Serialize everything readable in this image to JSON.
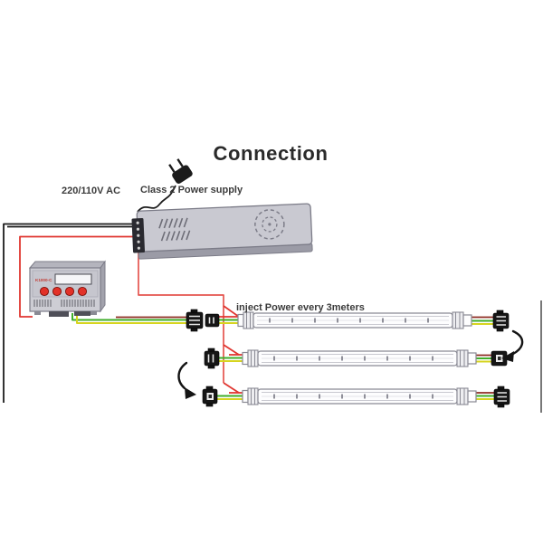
{
  "title": "Connection",
  "labels": {
    "ac_input": "220/110V AC",
    "power_supply": "Class 2 Power supply",
    "inject_power": "inject Power every 3meters",
    "controller_model": "K1000-C"
  },
  "colors": {
    "wire_red": "#e03630",
    "wire_maroon": "#8e2b22",
    "wire_green": "#3fae2a",
    "wire_yellow": "#d6d41f",
    "wire_black": "#1c1c1c",
    "device_gray": "#c9c9d1",
    "device_gray_dark": "#9b9ba6",
    "connector_black": "#161616",
    "button_red": "#e23128",
    "text_dark": "#333333"
  },
  "components": {
    "plug": "AC plug",
    "psu": "Class 2 power supply unit",
    "controller": "LED pixel controller",
    "strips": [
      "LED strip row 1",
      "LED strip row 2",
      "LED strip row 3"
    ]
  }
}
